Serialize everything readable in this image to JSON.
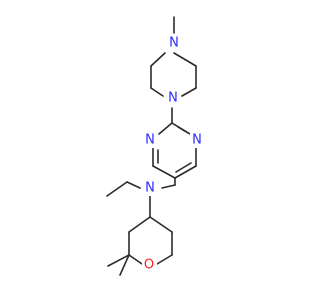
{
  "diagram": {
    "type": "chemical-structure",
    "colors": {
      "bond": "#2b2b2b",
      "nitrogen": "#2a2aff",
      "oxygen": "#ff2020"
    },
    "atoms": [
      {
        "id": "a1",
        "label": "N",
        "element": "nitrogen"
      },
      {
        "id": "a2",
        "label": "N",
        "element": "nitrogen"
      },
      {
        "id": "a3",
        "label": "N",
        "element": "nitrogen"
      },
      {
        "id": "a4",
        "label": "N",
        "element": "nitrogen"
      },
      {
        "id": "a5",
        "label": "N",
        "element": "nitrogen"
      },
      {
        "id": "a6",
        "label": "O",
        "element": "oxygen"
      }
    ]
  }
}
